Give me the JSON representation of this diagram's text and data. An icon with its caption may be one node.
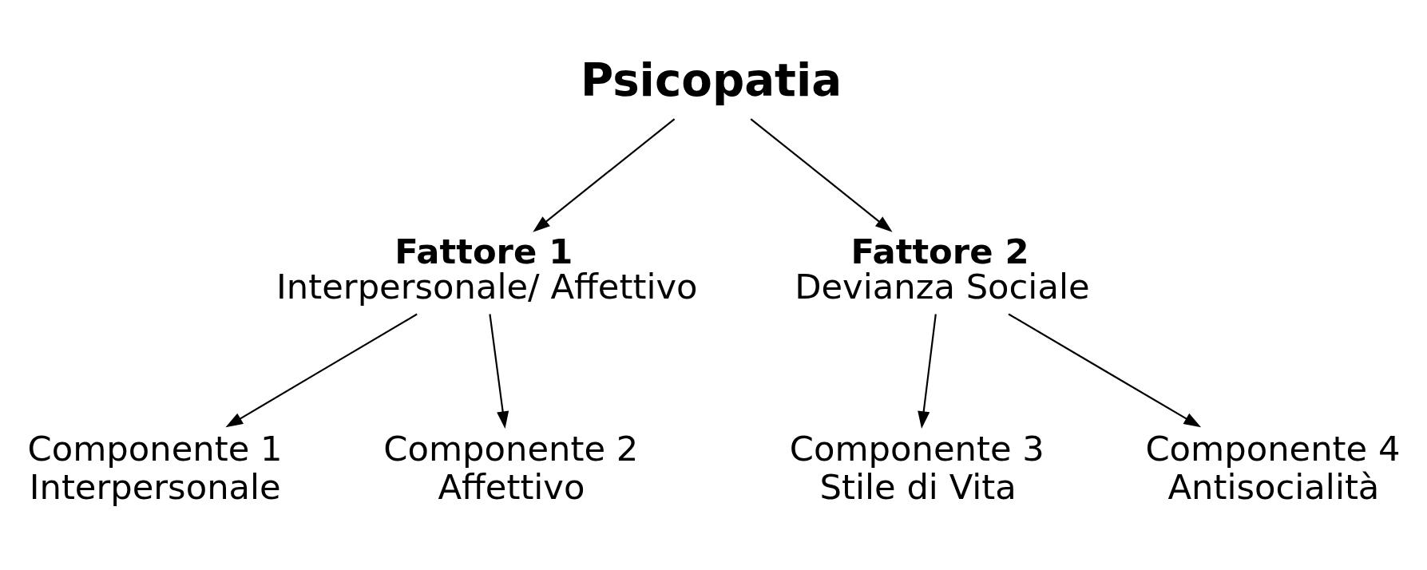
{
  "diagram": {
    "nodes": [
      {
        "text": [
          "Psicopatia"
        ]
      },
      {
        "text": [
          "Fattore 1",
          "Interpersonale/ Affettivo"
        ]
      },
      {
        "text": [
          "Fattore 2",
          "Devianza Sociale"
        ]
      },
      {
        "text": [
          "Componente 1",
          "Interpersonale"
        ]
      },
      {
        "text": [
          "Componente 2",
          "Affettivo"
        ]
      },
      {
        "text": [
          "Componente 3",
          "Stile di Vita"
        ]
      },
      {
        "text": [
          "Componente 4",
          "Antisocialità"
        ]
      }
    ],
    "edges": [
      {
        "from": 0,
        "to": 1,
        "arrow": "to"
      },
      {
        "from": 0,
        "to": 2,
        "arrow": "to"
      },
      {
        "from": 1,
        "to": 3,
        "arrow": "to"
      },
      {
        "from": 1,
        "to": 4,
        "arrow": "to"
      },
      {
        "from": 2,
        "to": 5,
        "arrow": "to"
      },
      {
        "from": 2,
        "to": 6,
        "arrow": "to"
      }
    ]
  }
}
